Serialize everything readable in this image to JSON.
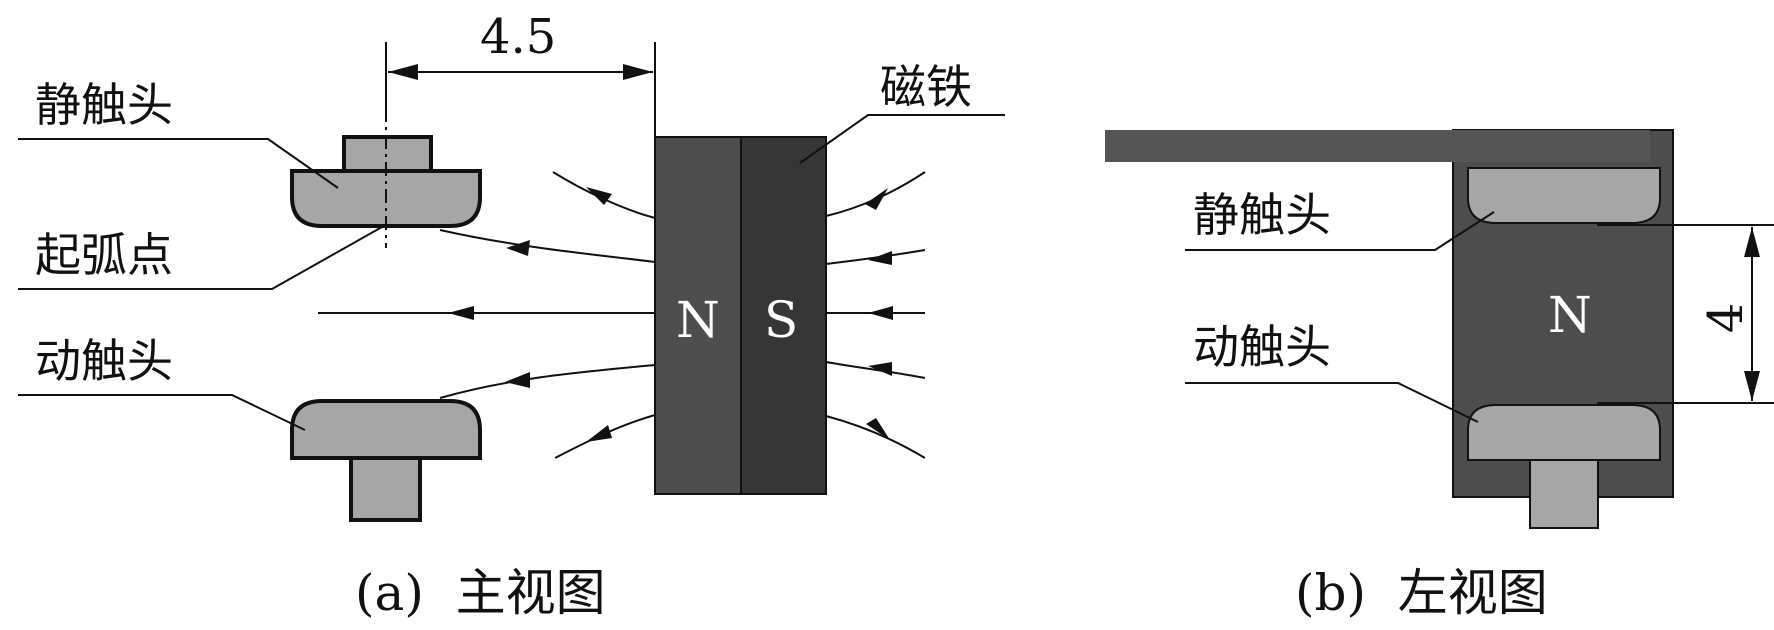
{
  "colors": {
    "magnet_n": "#4d4d4d",
    "magnet_s": "#363636",
    "contact_fill": "#a6a6a6",
    "outline": "#111111",
    "bar": "#555555"
  },
  "front_view": {
    "dimension": "4.5",
    "magnet_label": "磁铁",
    "pole_n": "N",
    "pole_s": "S",
    "static_contact_label": "静触头",
    "arc_point_label": "起弧点",
    "moving_contact_label": "动触头",
    "caption": "(a)  主视图"
  },
  "side_view": {
    "static_contact_label": "静触头",
    "moving_contact_label": "动触头",
    "pole_n": "N",
    "dimension": "4",
    "caption": "(b)  左视图"
  }
}
